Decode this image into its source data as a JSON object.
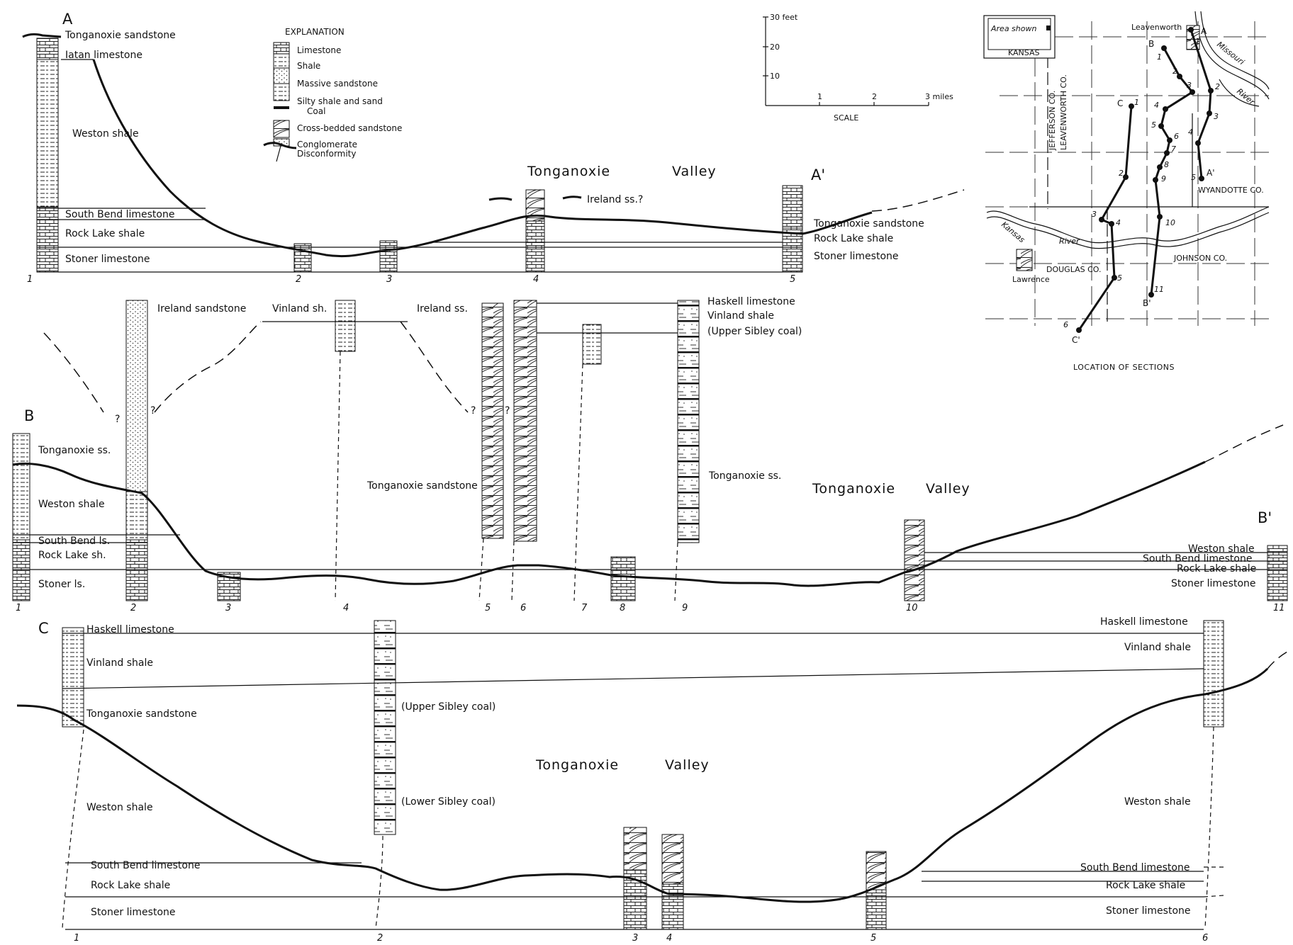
{
  "legend": {
    "title": "EXPLANATION",
    "items": [
      "Limestone",
      "Shale",
      "Massive sandstone",
      "Silty shale and sand",
      "Coal",
      "Cross-bedded sandstone",
      "Conglomerate",
      "Disconformity"
    ]
  },
  "scale": {
    "feet_ticks": [
      "30 feet",
      "20",
      "10"
    ],
    "mile_ticks": [
      "1",
      "2",
      "3 miles"
    ],
    "caption": "SCALE"
  },
  "map": {
    "inset_label": "Area shown",
    "inset_state": "KANSAS",
    "city_north": "Leavenworth",
    "city_south": "Lawrence",
    "counties": [
      "JEFFERSON CO.",
      "LEAVENWORTH CO.",
      "WYANDOTTE CO.",
      "DOUGLAS CO.",
      "JOHNSON CO."
    ],
    "rivers": [
      "Missouri",
      "River",
      "Kansas",
      "River"
    ],
    "line_labels": [
      "A",
      "A'",
      "B",
      "B'",
      "C",
      "C'"
    ],
    "route_numbers": [
      "1",
      "2",
      "3",
      "4",
      "5",
      "1",
      "2",
      "3",
      "4",
      "5",
      "6",
      "7",
      "8",
      "9",
      "10",
      "11",
      "1",
      "2",
      "3",
      "4",
      "5",
      "6"
    ],
    "caption": "LOCATION OF SECTIONS"
  },
  "section_a": {
    "start_label": "A",
    "end_label": "A'",
    "valley_words": [
      "Tonganoxie",
      "Valley"
    ],
    "left_units": [
      "Tonganoxie sandstone",
      "Iatan limestone",
      "Weston shale",
      "South Bend limestone",
      "Rock Lake shale",
      "Stoner limestone"
    ],
    "right_units": [
      "Tonganoxie sandstone",
      "Rock Lake shale",
      "Stoner limestone"
    ],
    "note": "Ireland ss.?",
    "column_numbers": [
      "1",
      "2",
      "3",
      "4",
      "5"
    ]
  },
  "section_b": {
    "start_label": "B",
    "end_label": "B'",
    "valley_words": [
      "Tonganoxie",
      "Valley"
    ],
    "left_units": [
      "Tonganoxie ss.",
      "Weston shale",
      "South Bend ls.",
      "Rock Lake sh.",
      "Stoner ls."
    ],
    "upper_units": [
      "Ireland sandstone",
      "Vinland sh.",
      "Ireland ss."
    ],
    "upper_right_units": [
      "Haskell limestone",
      "Vinland shale",
      "(Upper Sibley coal)"
    ],
    "mid_units": [
      "Tonganoxie sandstone",
      "Tonganoxie ss."
    ],
    "right_units": [
      "Weston shale",
      "South Bend limestone",
      "Rock Lake shale",
      "Stoner limestone"
    ],
    "question_marks": [
      "?",
      "?",
      "?",
      "?"
    ],
    "column_numbers": [
      "1",
      "2",
      "3",
      "4",
      "5",
      "6",
      "7",
      "8",
      "9",
      "10",
      "11"
    ]
  },
  "section_c": {
    "start_label": "C",
    "end_label": "C'",
    "valley_words": [
      "Tonganoxie",
      "Valley"
    ],
    "left_units": [
      "Haskell limestone",
      "Vinland shale",
      "Tonganoxie sandstone",
      "Weston shale",
      "South Bend limestone",
      "Rock Lake shale",
      "Stoner limestone"
    ],
    "coal_labels": [
      "(Upper Sibley coal)",
      "(Lower Sibley coal)"
    ],
    "right_units": [
      "Haskell limestone",
      "Vinland shale",
      "Weston shale",
      "South Bend limestone",
      "Rock Lake shale",
      "Stoner limestone"
    ],
    "column_numbers": [
      "1",
      "2",
      "3",
      "4",
      "5",
      "6"
    ]
  }
}
